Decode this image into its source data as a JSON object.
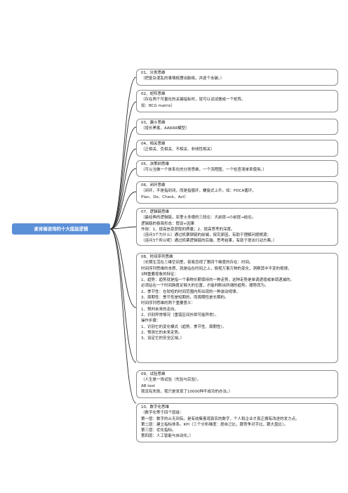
{
  "root": {
    "title": "麦肯锡咨询的十大底层逻辑"
  },
  "branches": [
    {
      "title": "01、分类思维",
      "lines": [
        "（把复杂混乱的事情梳理出脉络，并逐个击破。）"
      ]
    },
    {
      "title": "02、矩阵思维",
      "lines": [
        "（存在两个可量化的关键指标时，就可以试试做成一个矩阵。",
        "如：BCG matrix）"
      ]
    },
    {
      "title": "03、漏斗思维",
      "lines": [
        "（增长黑客，AARRR模型）"
      ]
    },
    {
      "title": "04、相关思维",
      "lines": [
        "（正相关、负相关、不相关、非线性相关）"
      ]
    },
    {
      "title": "05、决策树思维",
      "lines": [
        "（可以当做一个体系化的分类思维，一个流程图，一个检查清单来使用。）"
      ]
    },
    {
      "title": "06、闭环思维",
      "lines": [
        "（闭环，不是指封闭，而是指循环，螺旋式上升。如：PDCA循环，",
        "Plan、Do、Check、Act）"
      ]
    },
    {
      "title": "07、逻辑链思维",
      "lines": [
        "（最经典的逻辑链，亚里士多德的三段论：大前提→小前提→结论。",
        "逻辑链的极简形态：假设+因果",
        "作用：1、提高信息获取的质量；2、提高思考的深度。",
        "（连问3个为什么）通过机票钢链的前端，探究原因，有助于理解问题根源；",
        "（连问3个所以呢）通过机票逻辑链的后端，思考结果，有助于提出行动方案。）"
      ]
    },
    {
      "title": "08、时间序列思维",
      "lines": [
        "（长期生活在三维空间里，容易忽视了第四个维度的存在：时间。",
        "时间序列思维的本质，就是站在时间之上，俯视万事万物的变化，洞察其中不变的规律。",
        "3种重要现象的特征：",
        "1、趋势：趋势就是指一个事物长期保持的一种走势，这种走势是单调递增或单调递减的。",
        "必须站在一个时间跨度足够大的位置，才能判断出所谓的趋势。顺势而为。",
        "2、季节性：在较短的时间范围内所出现的一种波动规律。",
        "3、周期性：季节性是短期的，而周期性是长期的。",
        "时间序列思维的两个重要意义：",
        "1、预判未来的走向。",
        "2、识别异常情况（重错区间外即可能异常）。",
        "操作步骤：",
        "1、识别它的变化模式（趋势、季节性、周期性）。",
        "2、预测它的未来走势。",
        "3、设定它的安全区域。）"
      ]
    },
    {
      "title": "09、试验思维",
      "lines": [
        "（人生是一场试验（先验与后验）。",
        "AB test",
        "我没有失败，我只是发现了10000种不成功的办法。）"
      ]
    },
    {
      "title": "10、数字化思维",
      "lines": [
        "（数字化等于四个层级：",
        "第一层：数字的从无到有。是有收集客观真实的数字，个人和企业才真正拥有改进的发力点。",
        "第二层：建立指标体系。KPI（三个分析维度：居自己比，跟竞争对手比，跟大盘比）。",
        "第三层：优化指标。",
        "第四层：人工智能与自动化。）"
      ]
    }
  ]
}
